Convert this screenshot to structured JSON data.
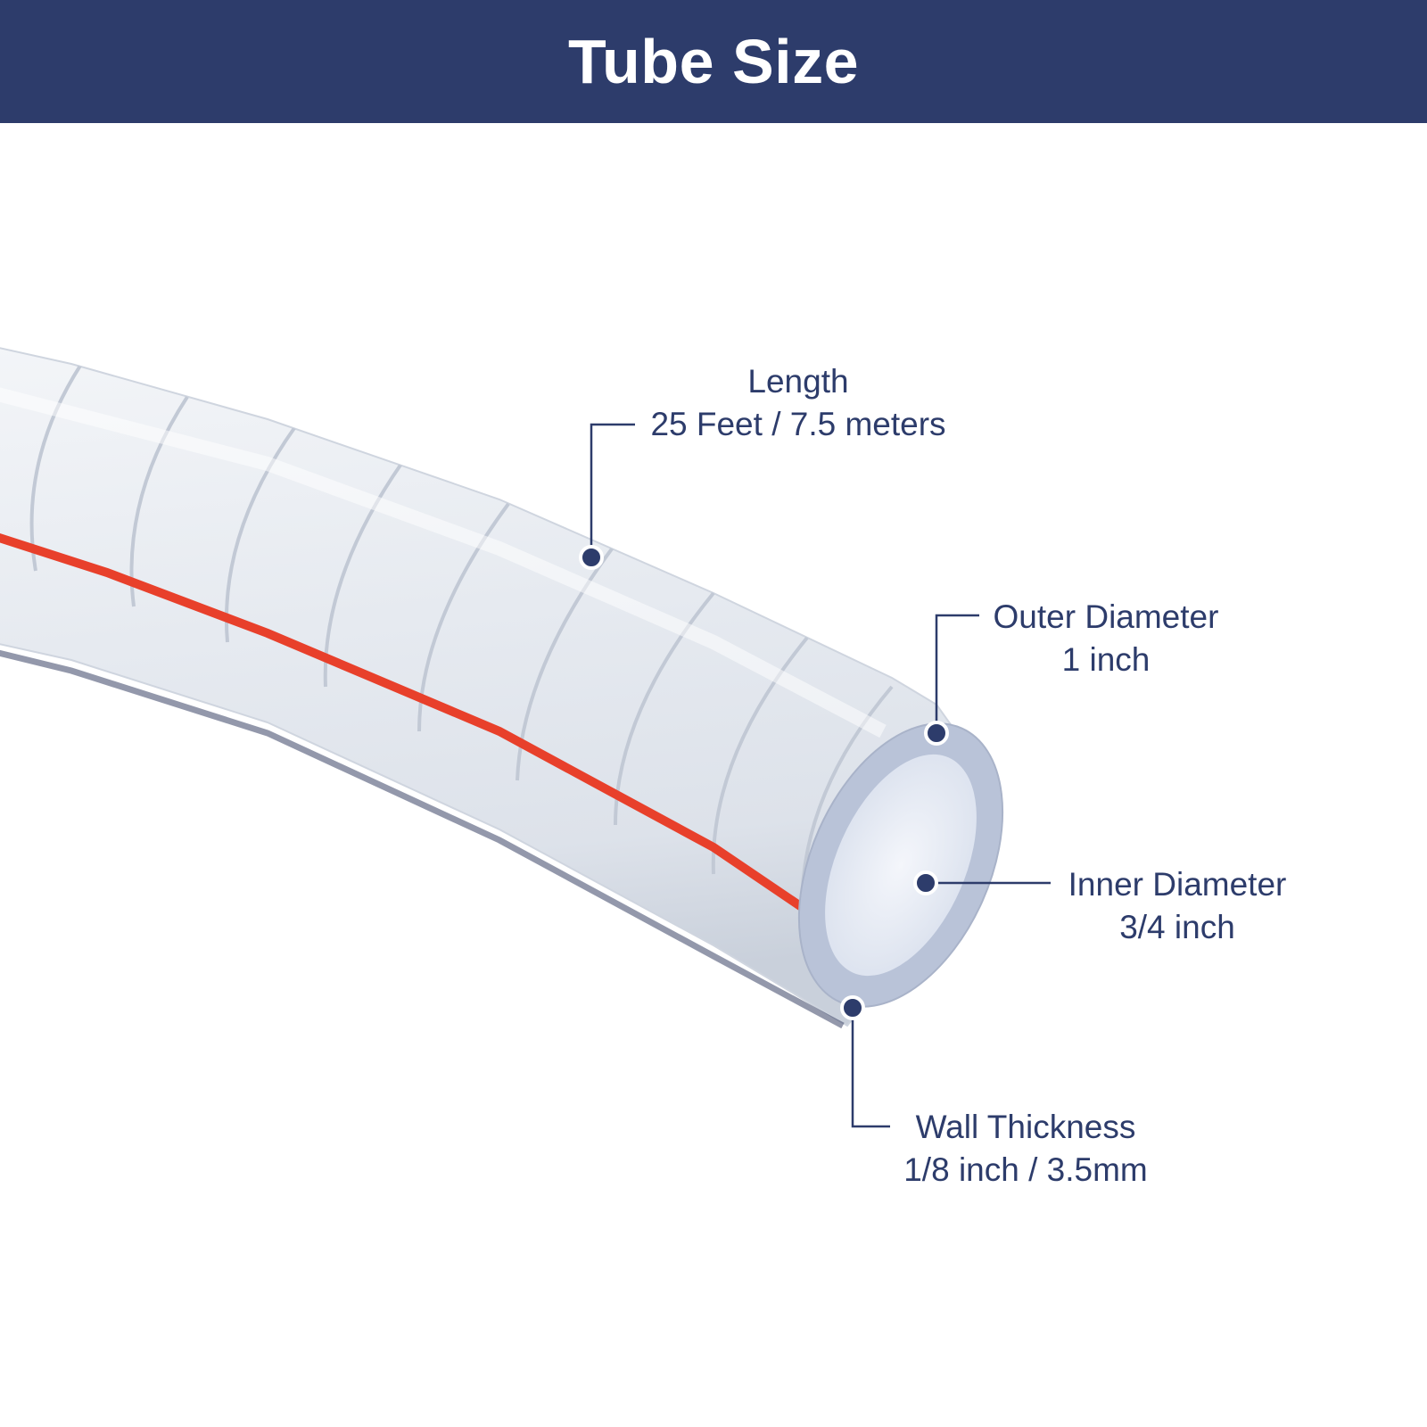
{
  "header": {
    "title": "Tube Size"
  },
  "colors": {
    "header_background": "#2d3c6b",
    "header_text": "#ffffff",
    "label_text": "#2d3c6b",
    "stripe": "#e8402b",
    "tube_body": "#e4e8ef"
  },
  "callouts": {
    "length": {
      "title": "Length",
      "value": "25 Feet / 7.5 meters"
    },
    "outer_diameter": {
      "title": "Outer Diameter",
      "value": "1 inch"
    },
    "inner_diameter": {
      "title": "Inner Diameter",
      "value": "3/4 inch"
    },
    "wall_thickness": {
      "title": "Wall Thickness",
      "value": "1/8 inch / 3.5mm"
    }
  }
}
